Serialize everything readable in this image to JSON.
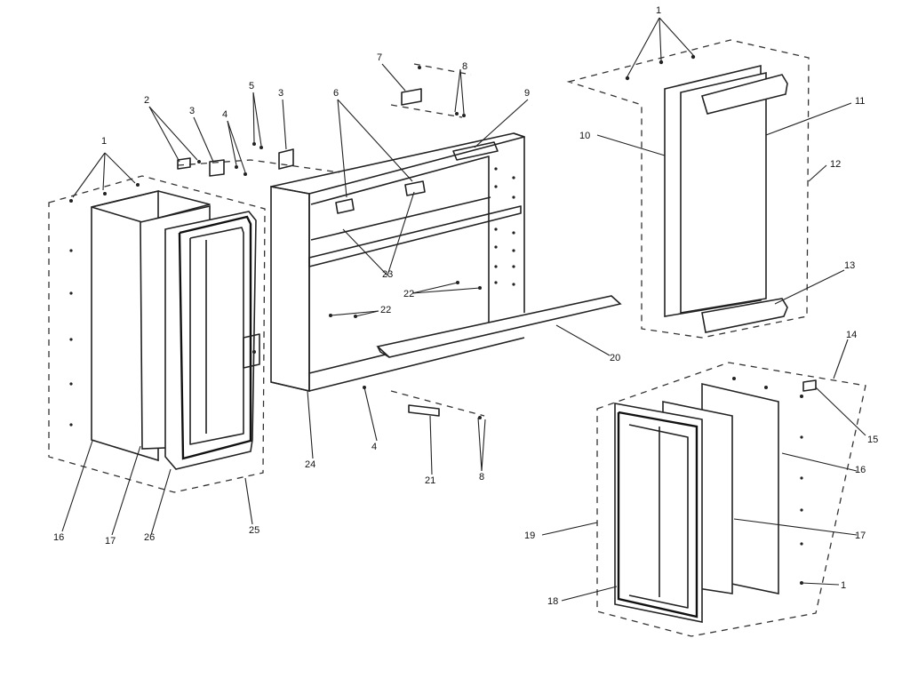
{
  "callouts": {
    "c1a": "1",
    "c1b": "1",
    "c1c": "1",
    "c2": "2",
    "c3a": "3",
    "c3b": "3",
    "c4a": "4",
    "c4b": "4",
    "c5": "5",
    "c6": "6",
    "c7": "7",
    "c8a": "8",
    "c8b": "8",
    "c9": "9",
    "c10": "10",
    "c11": "11",
    "c12": "12",
    "c13": "13",
    "c14": "14",
    "c15": "15",
    "c16a": "16",
    "c16b": "16",
    "c17a": "17",
    "c17b": "17",
    "c18": "18",
    "c19": "19",
    "c20": "20",
    "c21": "21",
    "c22a": "22",
    "c22b": "22",
    "c23": "23",
    "c24": "24",
    "c25": "25",
    "c26": "26"
  }
}
